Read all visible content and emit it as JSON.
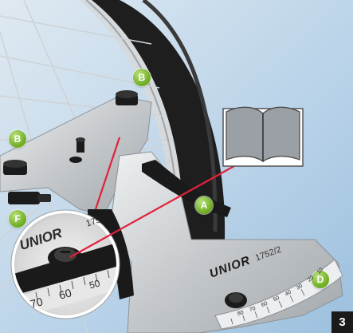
{
  "badges": {
    "b_top": "B",
    "b_left": "B",
    "a": "A",
    "f": "F",
    "d": "D"
  },
  "brand": "UNIOR",
  "model": "1752/2",
  "scale_labels": [
    "10",
    "20",
    "30",
    "40",
    "50",
    "60",
    "70",
    "80"
  ],
  "magnifier": {
    "brand": "UNIOR",
    "model_partial": "175",
    "scale": [
      "70",
      "60",
      "50"
    ]
  },
  "step_number": "3",
  "colors": {
    "badge": "#7cbf2a",
    "arrow": "#e0223a",
    "background": "#c9dcec",
    "tire": "#1e1e1e"
  },
  "icons": [
    "book-icon"
  ]
}
